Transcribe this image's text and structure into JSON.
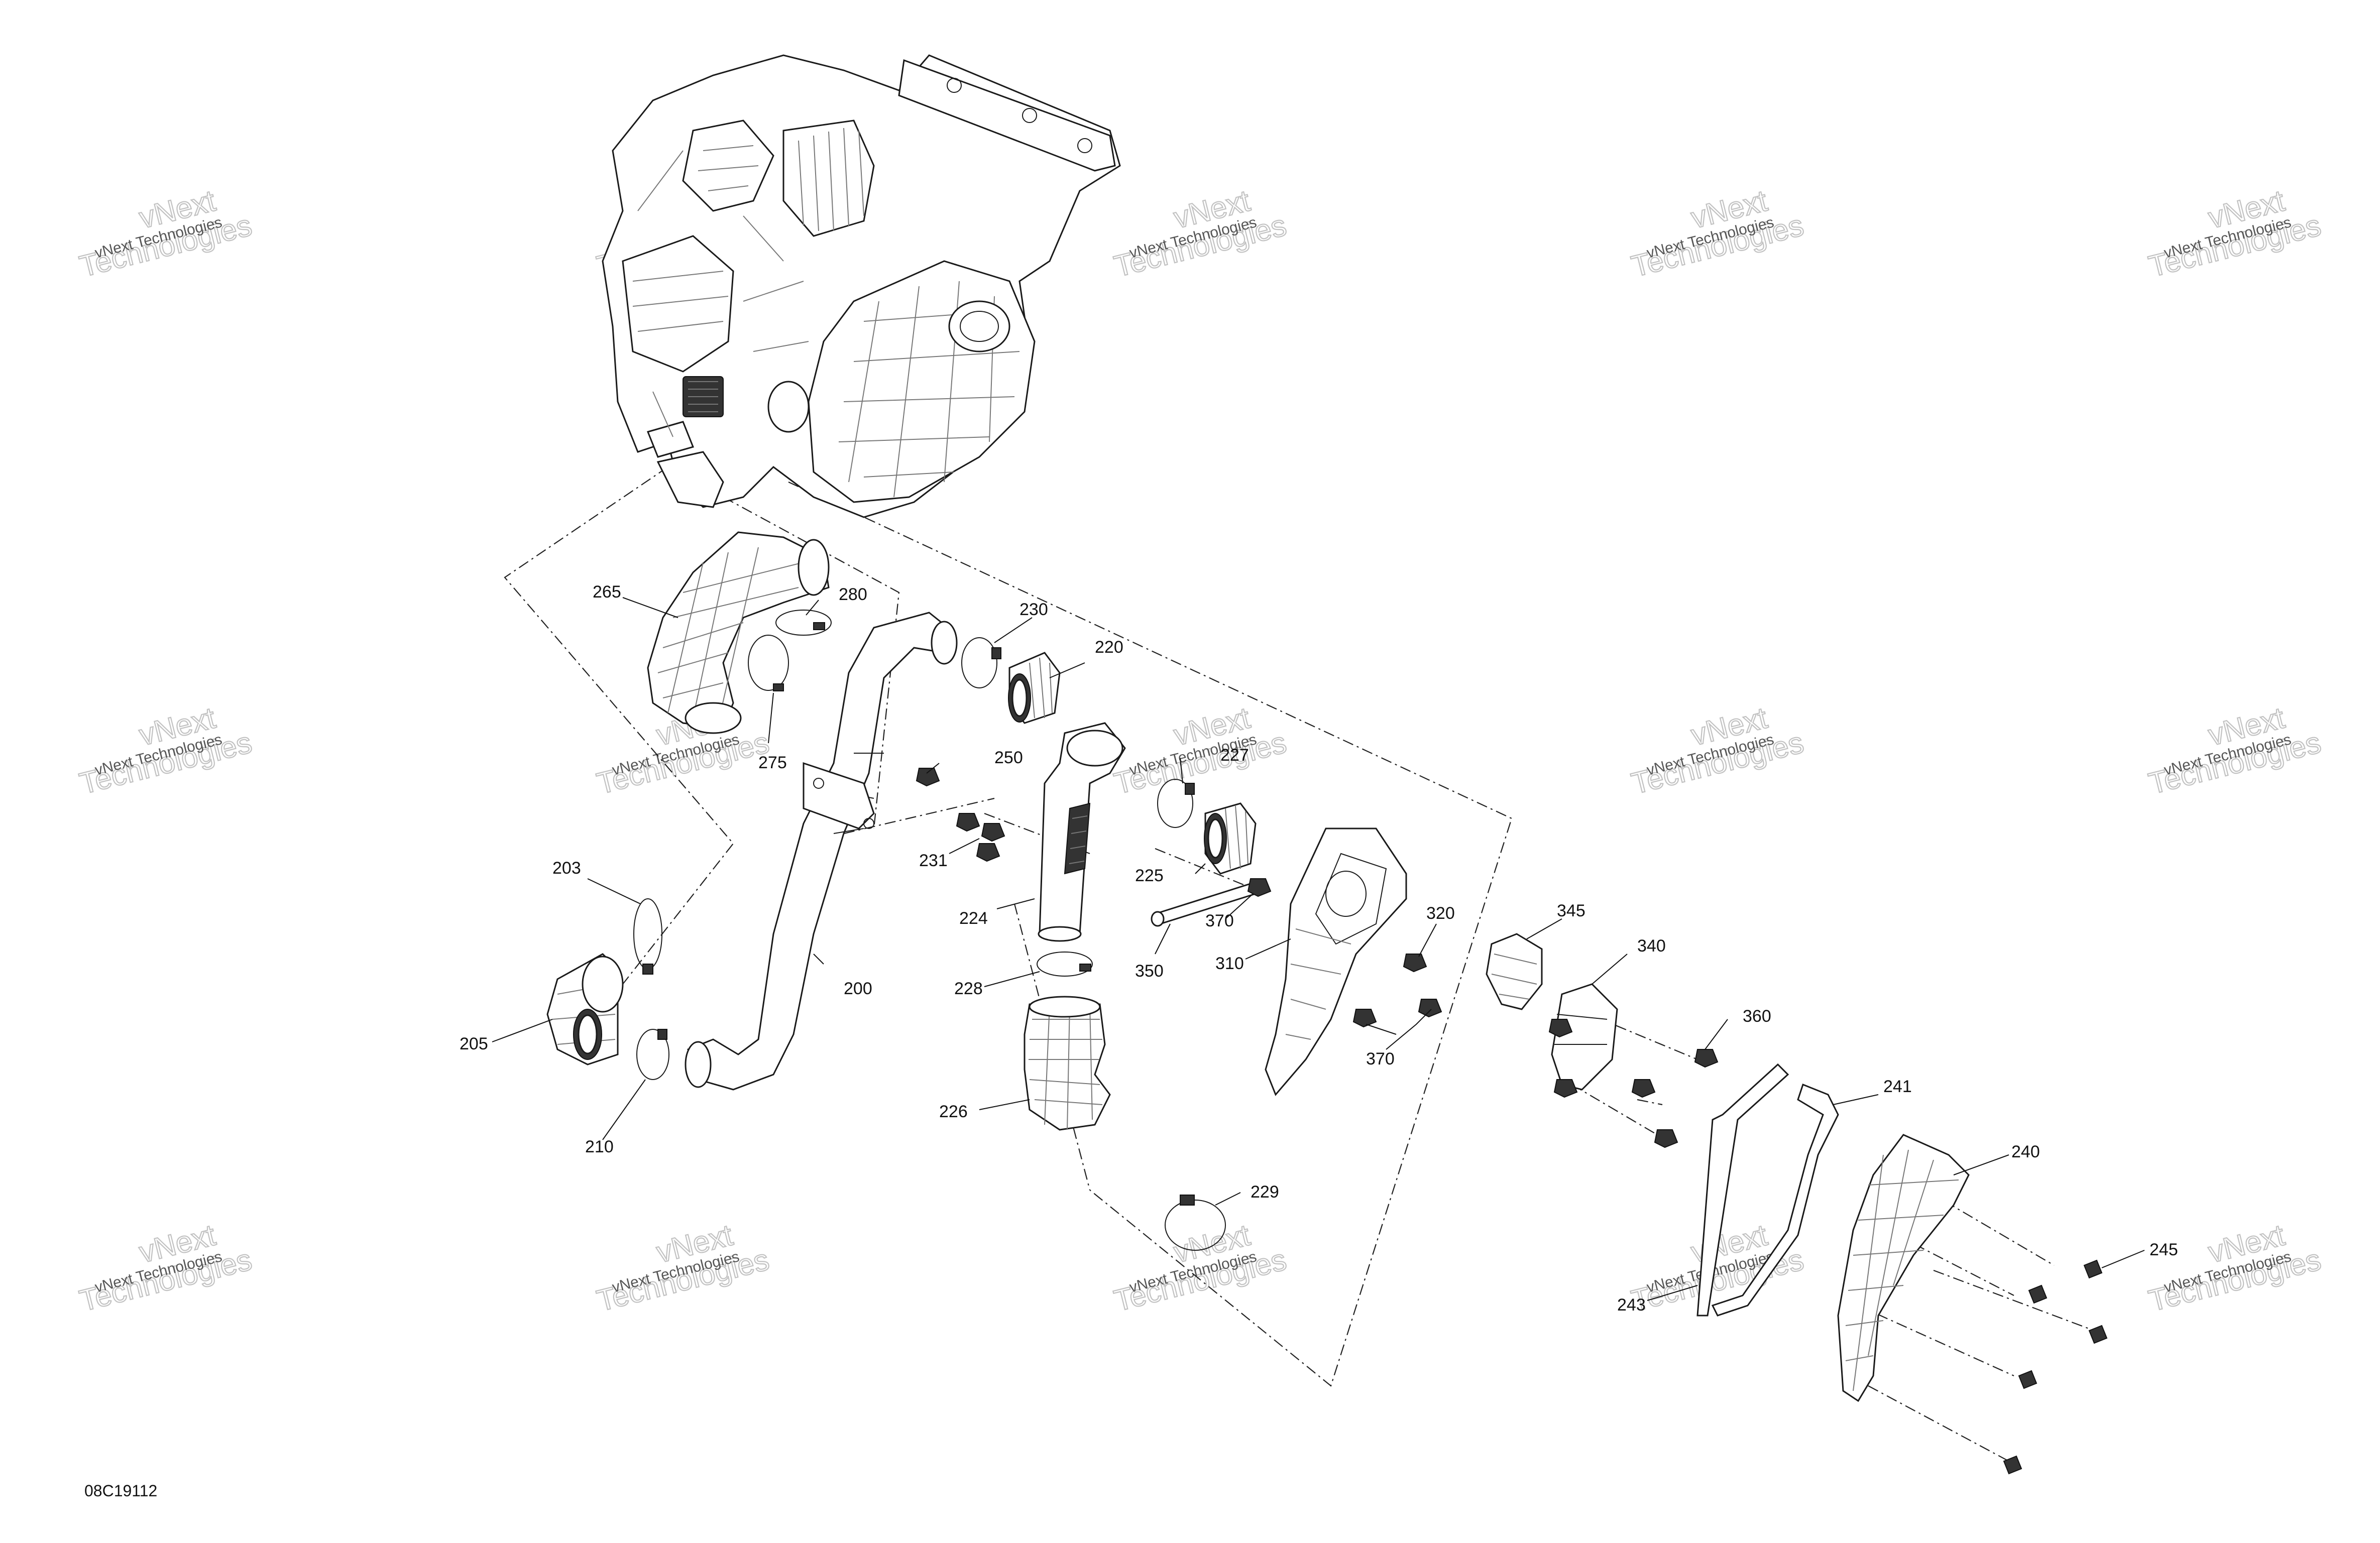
{
  "drawing_ref": "08C19112",
  "watermark": {
    "small": "vNext Technologies",
    "big_line1": "vNext",
    "big_line2": "Technologies"
  },
  "callouts": [
    {
      "id": "200",
      "label": "200"
    },
    {
      "id": "203",
      "label": "203"
    },
    {
      "id": "205",
      "label": "205"
    },
    {
      "id": "210",
      "label": "210"
    },
    {
      "id": "220",
      "label": "220"
    },
    {
      "id": "224",
      "label": "224"
    },
    {
      "id": "225",
      "label": "225"
    },
    {
      "id": "226",
      "label": "226"
    },
    {
      "id": "227",
      "label": "227"
    },
    {
      "id": "228",
      "label": "228"
    },
    {
      "id": "229",
      "label": "229"
    },
    {
      "id": "230",
      "label": "230"
    },
    {
      "id": "231",
      "label": "231"
    },
    {
      "id": "240",
      "label": "240"
    },
    {
      "id": "241",
      "label": "241"
    },
    {
      "id": "243",
      "label": "243"
    },
    {
      "id": "245",
      "label": "245"
    },
    {
      "id": "250",
      "label": "250"
    },
    {
      "id": "265",
      "label": "265"
    },
    {
      "id": "275",
      "label": "275"
    },
    {
      "id": "280",
      "label": "280"
    },
    {
      "id": "310",
      "label": "310"
    },
    {
      "id": "320",
      "label": "320"
    },
    {
      "id": "340",
      "label": "340"
    },
    {
      "id": "345",
      "label": "345"
    },
    {
      "id": "350",
      "label": "350"
    },
    {
      "id": "360",
      "label": "360"
    },
    {
      "id": "370a",
      "label": "370"
    },
    {
      "id": "370b",
      "label": "370"
    }
  ]
}
